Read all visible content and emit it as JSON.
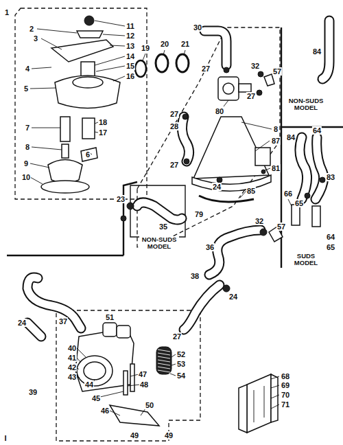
{
  "diagram": {
    "labels": [
      "1",
      "2",
      "3",
      "11",
      "12",
      "13",
      "14",
      "15",
      "16",
      "4",
      "5",
      "7",
      "18",
      "17",
      "6",
      "8",
      "9",
      "10",
      "19",
      "20",
      "21",
      "30",
      "27",
      "80",
      "84",
      "32",
      "57",
      "27",
      "NON-SUDS MODEL",
      "27",
      "28",
      "8",
      "87",
      "81",
      "27",
      "24",
      "85",
      "79",
      "84",
      "64",
      "83",
      "66",
      "65",
      "32",
      "57",
      "64",
      "65",
      "23",
      "35",
      "NON-SUDS MODEL",
      "36",
      "SUDS MODEL",
      "38",
      "24",
      "27",
      "37",
      "24",
      "39",
      "51",
      "40",
      "41",
      "42",
      "43",
      "44",
      "45",
      "46",
      "47",
      "48",
      "50",
      "49",
      "49",
      "52",
      "53",
      "54",
      "68",
      "69",
      "70",
      "71",
      "I"
    ]
  }
}
